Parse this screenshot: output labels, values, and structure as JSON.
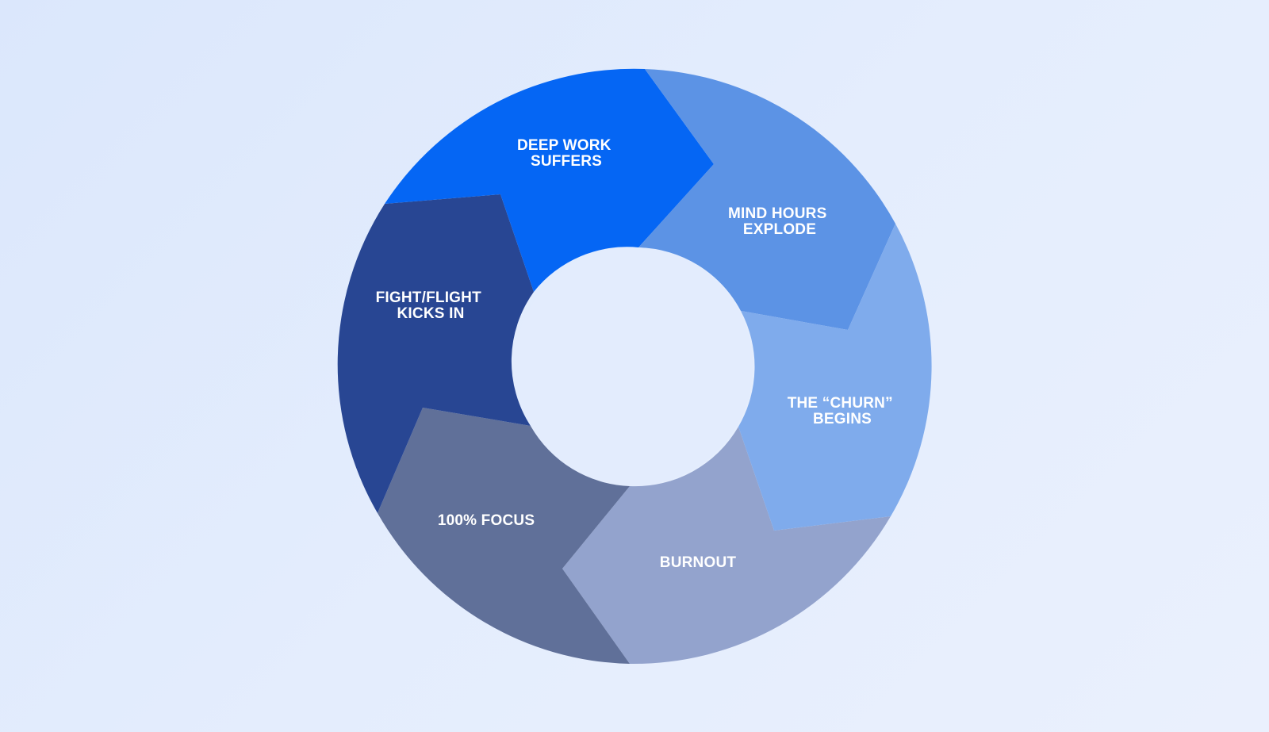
{
  "diagram": {
    "type": "cycle",
    "colors": {
      "background_start": "#dbe7fc",
      "background_end": "#eaf0fd",
      "hole": "#e3ecfd",
      "label": "#ffffff"
    },
    "segments": [
      {
        "id": "deep-work-suffers",
        "lines": [
          "DEEP WORK",
          "SUFFERS"
        ],
        "color": "#0566f4"
      },
      {
        "id": "mind-hours-explode",
        "lines": [
          "MIND HOURS",
          "EXPLODE"
        ],
        "color": "#5c93e5"
      },
      {
        "id": "churn-begins",
        "lines": [
          "THE “CHURN”",
          "BEGINS"
        ],
        "color": "#7fabec"
      },
      {
        "id": "burnout",
        "lines": [
          "BURNOUT"
        ],
        "color": "#93a3cd"
      },
      {
        "id": "focus",
        "lines": [
          "100% FOCUS"
        ],
        "color": "#607099"
      },
      {
        "id": "fight-flight",
        "lines": [
          "FIGHT/FLIGHT",
          "KICKS IN"
        ],
        "color": "#284693"
      }
    ]
  }
}
